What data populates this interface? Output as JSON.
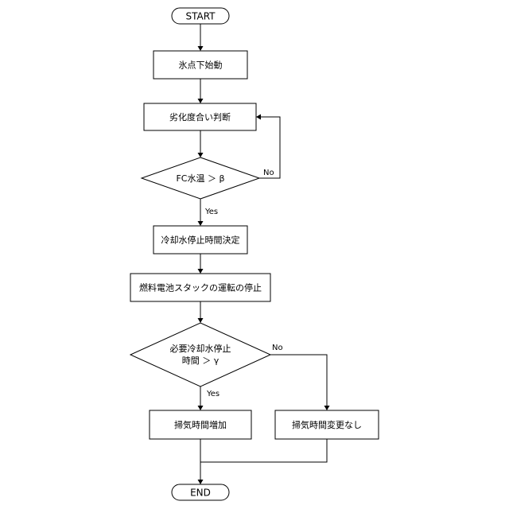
{
  "nodes": {
    "start": "START",
    "sub_zero_start": "氷点下始動",
    "degradation_judgment": "劣化度合い判断",
    "fc_water_temp_check": "FC水温 ＞ β",
    "coolant_stop_time": "冷却水停止時間決定",
    "stop_fc_stack": "燃料電池スタックの運転の停止",
    "required_stop_line1": "必要冷却水停止",
    "required_stop_line2": "時間 ＞ γ",
    "increase_purge_time": "掃気時間増加",
    "no_purge_change": "掃気時間変更なし",
    "end": "END"
  },
  "branches": {
    "temp_no": "No",
    "temp_yes": "Yes",
    "time_no": "No",
    "time_yes": "Yes"
  }
}
